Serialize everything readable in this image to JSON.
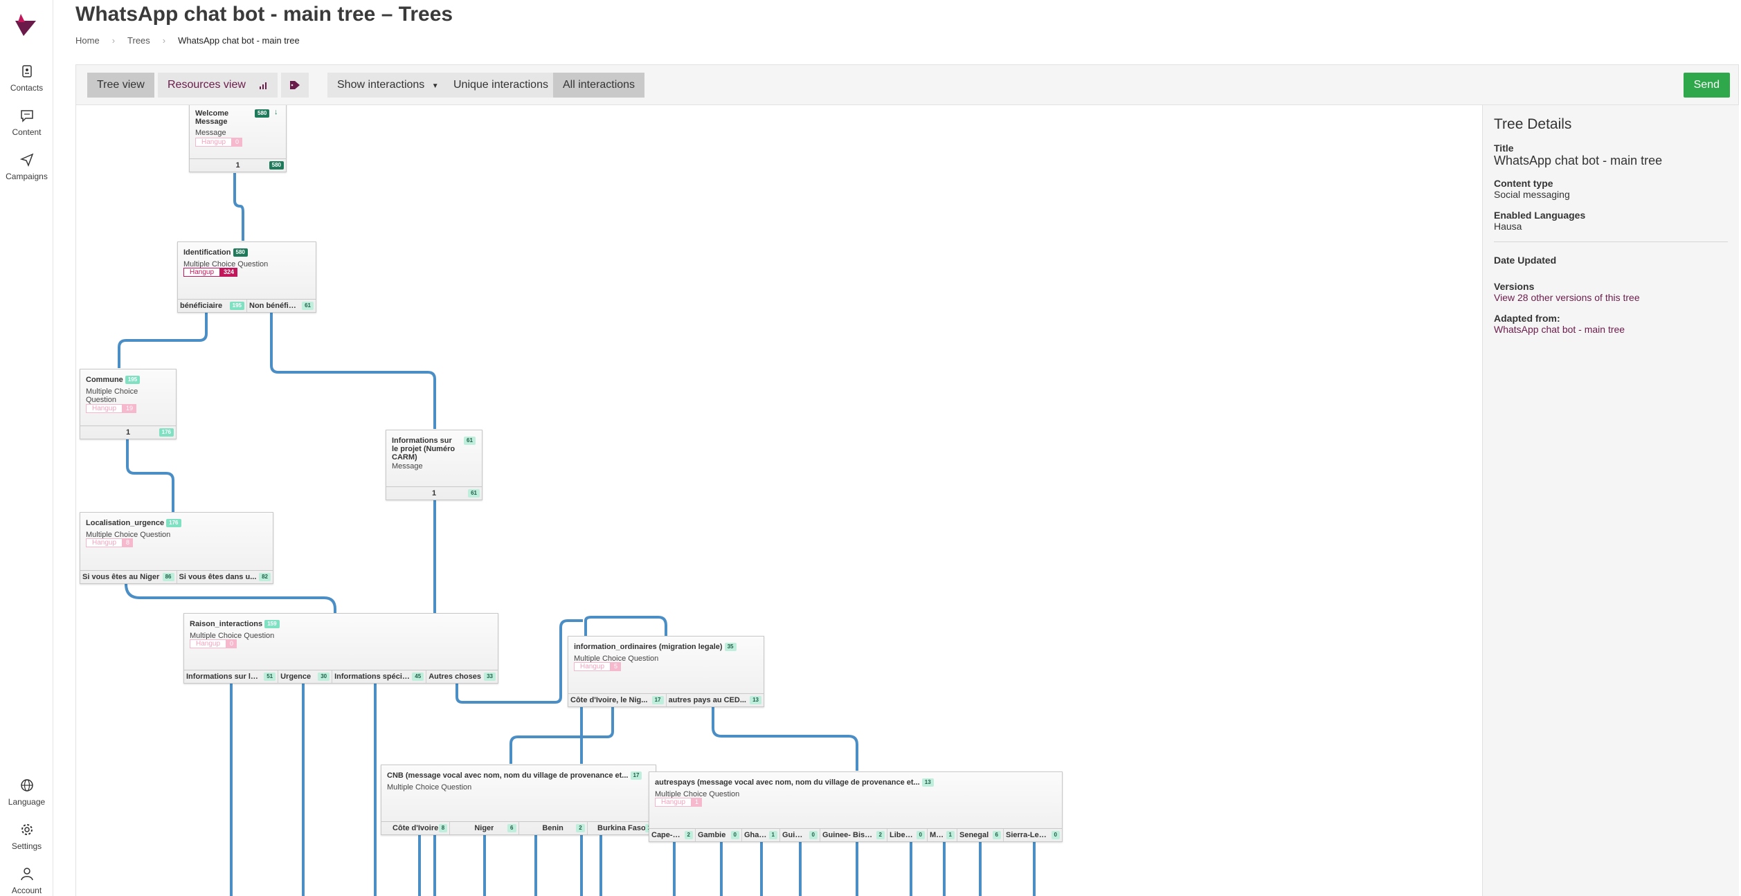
{
  "header": {
    "title": "WhatsApp chat bot - main tree – Trees",
    "breadcrumb": [
      "Home",
      "Trees",
      "WhatsApp chat bot - main tree"
    ]
  },
  "nav": {
    "items": [
      {
        "label": "Contacts",
        "icon": "contacts-icon"
      },
      {
        "label": "Content",
        "icon": "content-icon"
      },
      {
        "label": "Campaigns",
        "icon": "campaigns-icon"
      }
    ],
    "bottom": [
      {
        "label": "Language",
        "icon": "globe-icon"
      },
      {
        "label": "Settings",
        "icon": "gear-icon"
      },
      {
        "label": "Account",
        "icon": "user-icon"
      }
    ]
  },
  "toolbar": {
    "tree_view": "Tree view",
    "resources_view": "Resources view",
    "show_interactions": "Show interactions",
    "unique_interactions": "Unique interactions",
    "all_interactions": "All interactions",
    "send": "Send"
  },
  "colors": {
    "wire": "#4a8ec5",
    "accent": "#6b1b4a",
    "send": "#2ea84a"
  },
  "nodes": {
    "welcome": {
      "title_l1": "Welcome",
      "title_l2": "Message",
      "count": "580",
      "type": "Message",
      "hangup": "Hangup",
      "hangup_count": "0",
      "exit": "1",
      "exit_count": "580"
    },
    "identification": {
      "title": "Identification",
      "count": "580",
      "type": "Multiple Choice Question",
      "hangup": "Hangup",
      "hangup_count": "324",
      "exits": [
        {
          "label": "bénéficiaire",
          "count": "195"
        },
        {
          "label": "Non bénéficiaire",
          "count": "61"
        }
      ]
    },
    "commune": {
      "title": "Commune",
      "count": "195",
      "type_l1": "Multiple Choice",
      "type_l2": "Question",
      "hangup": "Hangup",
      "hangup_count": "19",
      "exit": "1",
      "exit_count": "176"
    },
    "informations": {
      "title_l1": "Informations sur",
      "title_l2": "le projet (Numéro",
      "title_l3": "CARM)",
      "count": "61",
      "type": "Message",
      "exit": "1",
      "exit_count": "61"
    },
    "localisation": {
      "title": "Localisation_urgence",
      "count": "176",
      "type": "Multiple Choice Question",
      "hangup": "Hangup",
      "hangup_count": "8",
      "exits": [
        {
          "label": "Si vous êtes au Niger",
          "count": "86"
        },
        {
          "label": "Si vous êtes dans u...",
          "count": "82"
        }
      ]
    },
    "raison": {
      "title": "Raison_interactions",
      "count": "159",
      "type": "Multiple Choice Question",
      "hangup": "Hangup",
      "hangup_count": "0",
      "exits": [
        {
          "label": "Informations sur les...",
          "count": "51"
        },
        {
          "label": "Urgence",
          "count": "30"
        },
        {
          "label": "Informations spécif...",
          "count": "45"
        },
        {
          "label": "Autres choses",
          "count": "33"
        }
      ]
    },
    "ordinaires": {
      "title": "information_ordinaires (migration legale)",
      "count": "35",
      "type": "Multiple Choice Question",
      "hangup": "Hangup",
      "hangup_count": "5",
      "exits": [
        {
          "label": "Côte d'Ivoire, le Nig...",
          "count": "17"
        },
        {
          "label": "autres pays au CED...",
          "count": "13"
        }
      ]
    },
    "cnb": {
      "title": "CNB (message vocal avec nom, nom du village de provenance et...",
      "count": "17",
      "type": "Multiple Choice Question",
      "exits": [
        {
          "label": "Côte d'Ivoire",
          "count": "8"
        },
        {
          "label": "Niger",
          "count": "6"
        },
        {
          "label": "Benin",
          "count": "2"
        },
        {
          "label": "Burkina Faso",
          "count": "1"
        }
      ]
    },
    "autrespays": {
      "title": "autrespays (message vocal avec nom, nom du village de provenance et...",
      "count": "13",
      "type": "Multiple Choice Question",
      "hangup": "Hangup",
      "hangup_count": "1",
      "exits": [
        {
          "label": "Cape-Vert",
          "count": "2"
        },
        {
          "label": "Gambie",
          "count": "0"
        },
        {
          "label": "Ghana",
          "count": "1"
        },
        {
          "label": "Guinée",
          "count": "0"
        },
        {
          "label": "Guinee- Bissau",
          "count": "2"
        },
        {
          "label": "Liberia",
          "count": "0"
        },
        {
          "label": "Mali",
          "count": "1"
        },
        {
          "label": "Senegal",
          "count": "6"
        },
        {
          "label": "Sierra-Leone",
          "count": "0"
        }
      ]
    }
  },
  "details": {
    "heading": "Tree Details",
    "title_label": "Title",
    "title_value": "WhatsApp chat bot - main tree",
    "content_type_label": "Content type",
    "content_type_value": "Social messaging",
    "languages_label": "Enabled Languages",
    "languages_value": "Hausa",
    "date_updated_label": "Date Updated",
    "versions_label": "Versions",
    "versions_link": "View 28 other versions of this tree",
    "adapted_label": "Adapted from:",
    "adapted_link": "WhatsApp chat bot - main tree"
  }
}
